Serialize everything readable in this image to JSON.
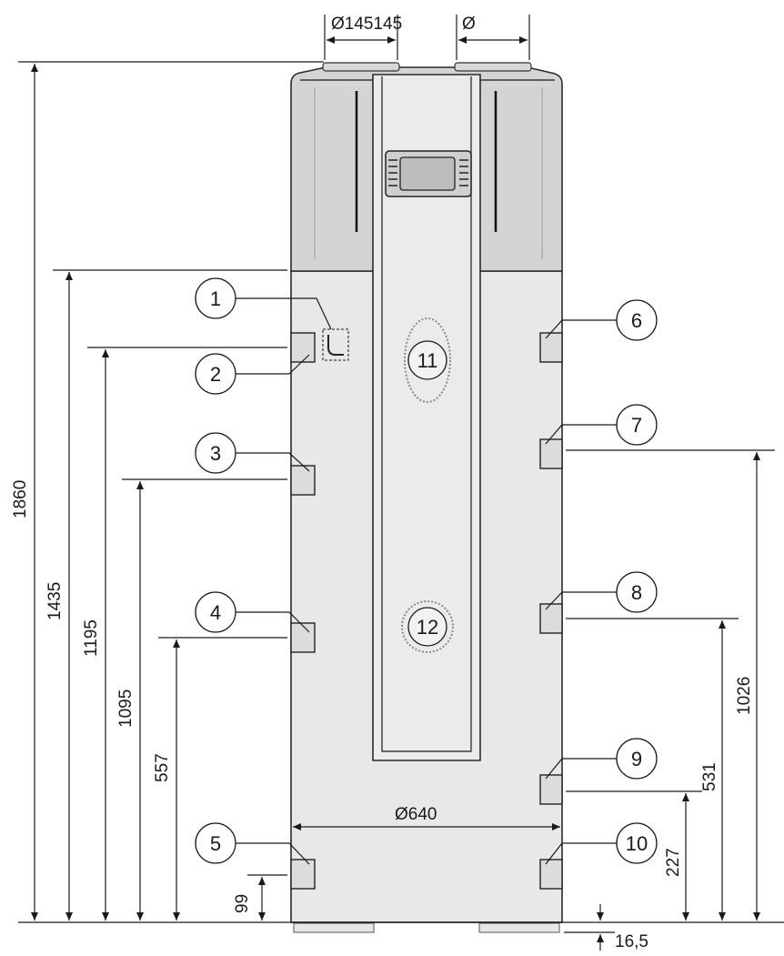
{
  "dimensions": {
    "top_left_diameter": "Ø145145",
    "top_right_diameter": "Ø",
    "body_diameter": "Ø640",
    "total_height": "1860",
    "h_1435": "1435",
    "h_1195": "1195",
    "h_1095": "1095",
    "h_557": "557",
    "h_99": "99",
    "h_1026": "1026",
    "h_531": "531",
    "h_227": "227",
    "foot_height": "16,5"
  },
  "callouts": [
    "1",
    "2",
    "3",
    "4",
    "5",
    "6",
    "7",
    "8",
    "9",
    "10",
    "11",
    "12"
  ],
  "colors": {
    "panel": "#e9e9e9",
    "head": "#d6d6d6",
    "line": "#1a1a1a",
    "dotted": "#8a8a8a"
  }
}
